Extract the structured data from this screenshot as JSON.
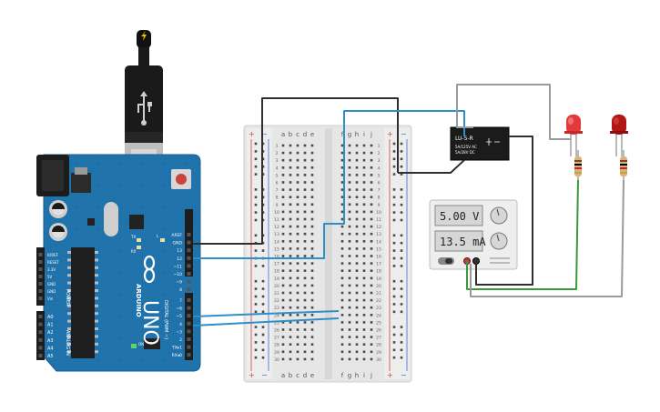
{
  "arduino": {
    "board_name": "UNO",
    "brand": "ARDUINO",
    "on_label": "ON",
    "tx_label": "TX",
    "rx_label": "RX",
    "l_label": "L",
    "power_header_label": "POWER",
    "analog_header_label": "ANALOG IN",
    "digital_header_label": "DIGITAL (PWM ~)",
    "top_pins": [
      "AREF",
      "GND",
      "13",
      "12",
      "~11",
      "~10",
      "~9",
      "8"
    ],
    "bottom_pins": [
      "7",
      "~6",
      "~5",
      "4",
      "~3",
      "2",
      "TX▸1",
      "RX◂0"
    ],
    "power_pins": [
      "IOREF",
      "RESET",
      "3.3V",
      "5V",
      "GND",
      "GND",
      "Vin"
    ],
    "analog_pins": [
      "A0",
      "A1",
      "A2",
      "A3",
      "A4",
      "A5"
    ]
  },
  "breadboard": {
    "left_columns": [
      "a",
      "b",
      "c",
      "d",
      "e"
    ],
    "right_columns": [
      "f",
      "g",
      "h",
      "i",
      "j"
    ],
    "plus": "+",
    "minus": "−",
    "row_count": 30
  },
  "relay": {
    "label": "LU-5-R",
    "rating_line1": "5A/125V AC",
    "rating_line2": "5A/28V DC"
  },
  "power_supply": {
    "voltage_display": "5.00 V",
    "current_display": "13.5 mA"
  },
  "colors": {
    "arduino_blue": "#1e6fa6",
    "breadboard_body": "#e6e6e6",
    "wire_black": "#2f2f2f",
    "wire_blue": "#2f8fc8",
    "wire_gray": "#9a9a9a",
    "wire_green": "#3a9a3a",
    "led_red": "#e23a3a",
    "led_darkred": "#b01818",
    "rail_red": "#d83a3a",
    "rail_blue": "#3a6ad8"
  }
}
